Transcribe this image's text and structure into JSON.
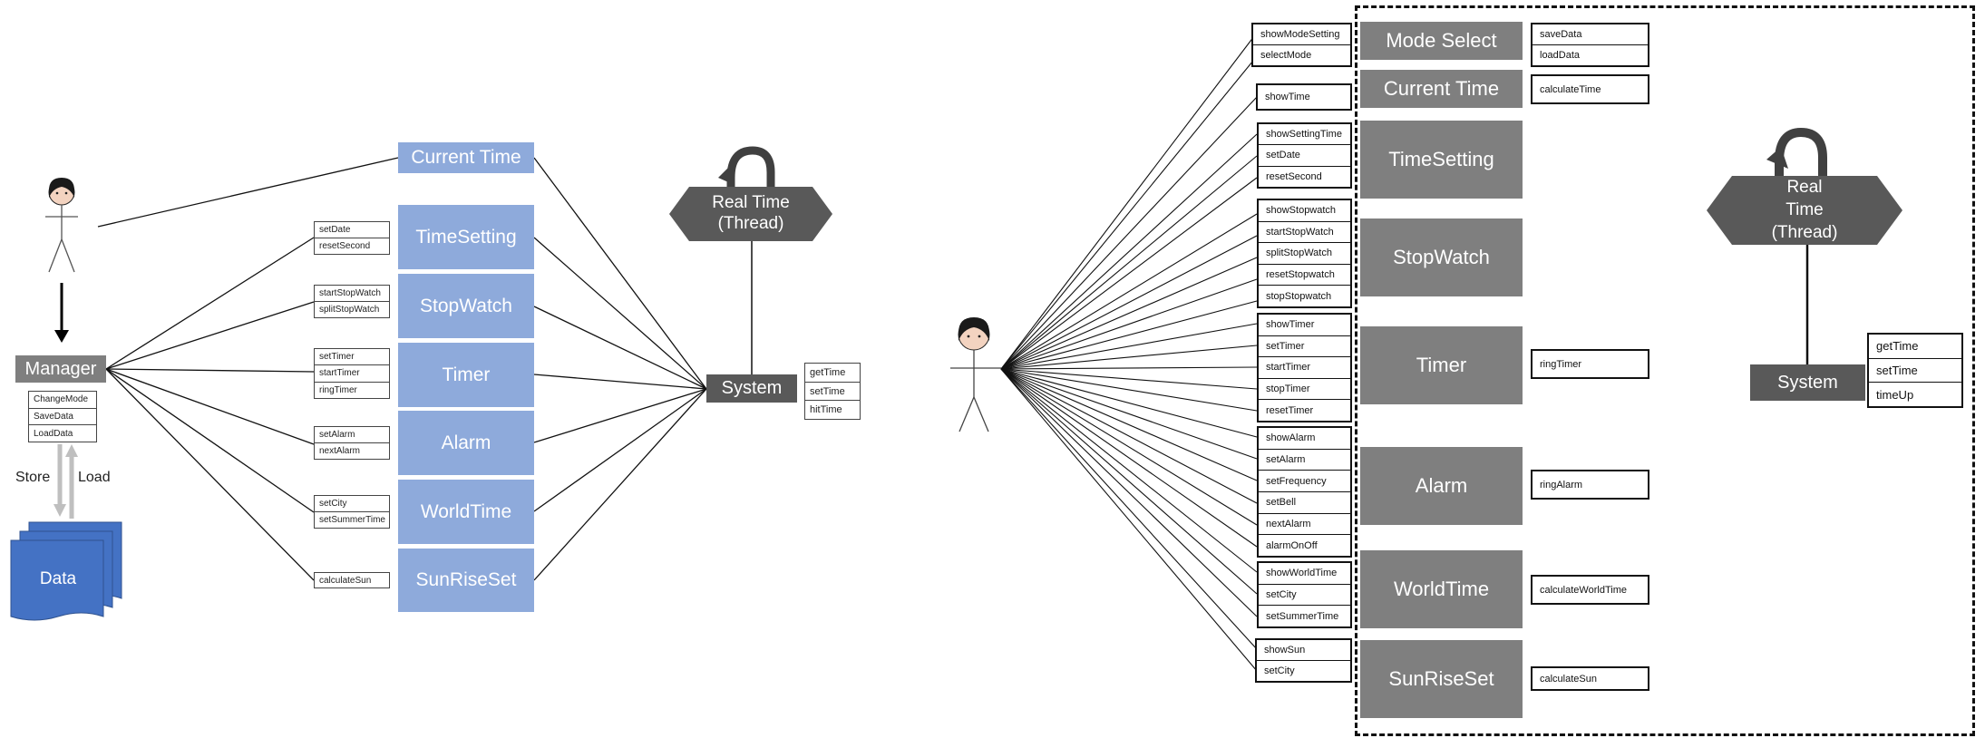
{
  "left": {
    "manager": {
      "label": "Manager",
      "functions": [
        "ChangeMode",
        "SaveData",
        "LoadData"
      ]
    },
    "store_label": "Store",
    "load_label": "Load",
    "data_label": "Data",
    "modules": [
      {
        "name": "Current Time",
        "functions": []
      },
      {
        "name": "TimeSetting",
        "functions": [
          "setDate",
          "resetSecond"
        ]
      },
      {
        "name": "StopWatch",
        "functions": [
          "startStopWatch",
          "splitStopWatch"
        ]
      },
      {
        "name": "Timer",
        "functions": [
          "setTimer",
          "startTimer",
          "ringTimer"
        ]
      },
      {
        "name": "Alarm",
        "functions": [
          "setAlarm",
          "nextAlarm"
        ]
      },
      {
        "name": "WorldTime",
        "functions": [
          "setCity",
          "setSummerTime"
        ]
      },
      {
        "name": "SunRiseSet",
        "functions": [
          "calculateSun"
        ]
      }
    ],
    "real_time": [
      "Real Time",
      "(Thread)"
    ],
    "system": {
      "label": "System",
      "functions": [
        "getTime",
        "setTime",
        "hitTime"
      ]
    }
  },
  "right": {
    "modules": [
      {
        "name": "Mode Select",
        "ui": [
          "showModeSetting",
          "selectMode"
        ],
        "internal": [
          "saveData",
          "loadData"
        ]
      },
      {
        "name": "Current Time",
        "ui": [
          "showTime"
        ],
        "internal": [
          "calculateTime"
        ]
      },
      {
        "name": "TimeSetting",
        "ui": [
          "showSettingTime",
          "setDate",
          "resetSecond"
        ],
        "internal": []
      },
      {
        "name": "StopWatch",
        "ui": [
          "showStopwatch",
          "startStopWatch",
          "splitStopWatch",
          "resetStopwatch",
          "stopStopwatch"
        ],
        "internal": []
      },
      {
        "name": "Timer",
        "ui": [
          "showTimer",
          "setTimer",
          "startTimer",
          "stopTimer",
          "resetTimer"
        ],
        "internal": [
          "ringTimer"
        ]
      },
      {
        "name": "Alarm",
        "ui": [
          "showAlarm",
          "setAlarm",
          "setFrequency",
          "setBell",
          "nextAlarm",
          "alarmOnOff"
        ],
        "internal": [
          "ringAlarm"
        ]
      },
      {
        "name": "WorldTime",
        "ui": [
          "showWorldTime",
          "setCity",
          "setSummerTime"
        ],
        "internal": [
          "calculateWorldTime"
        ]
      },
      {
        "name": "SunRiseSet",
        "ui": [
          "showSun",
          "setCity"
        ],
        "internal": [
          "calculateSun"
        ]
      }
    ],
    "real_time": [
      "Real",
      "Time",
      "(Thread)"
    ],
    "system": {
      "label": "System",
      "functions": [
        "getTime",
        "setTime",
        "timeUp"
      ]
    }
  },
  "colors": {
    "blue_module": "#8eaadb",
    "gray_module": "#7f7f7f",
    "dark": "#595959",
    "data_blue": "#4472c4"
  }
}
